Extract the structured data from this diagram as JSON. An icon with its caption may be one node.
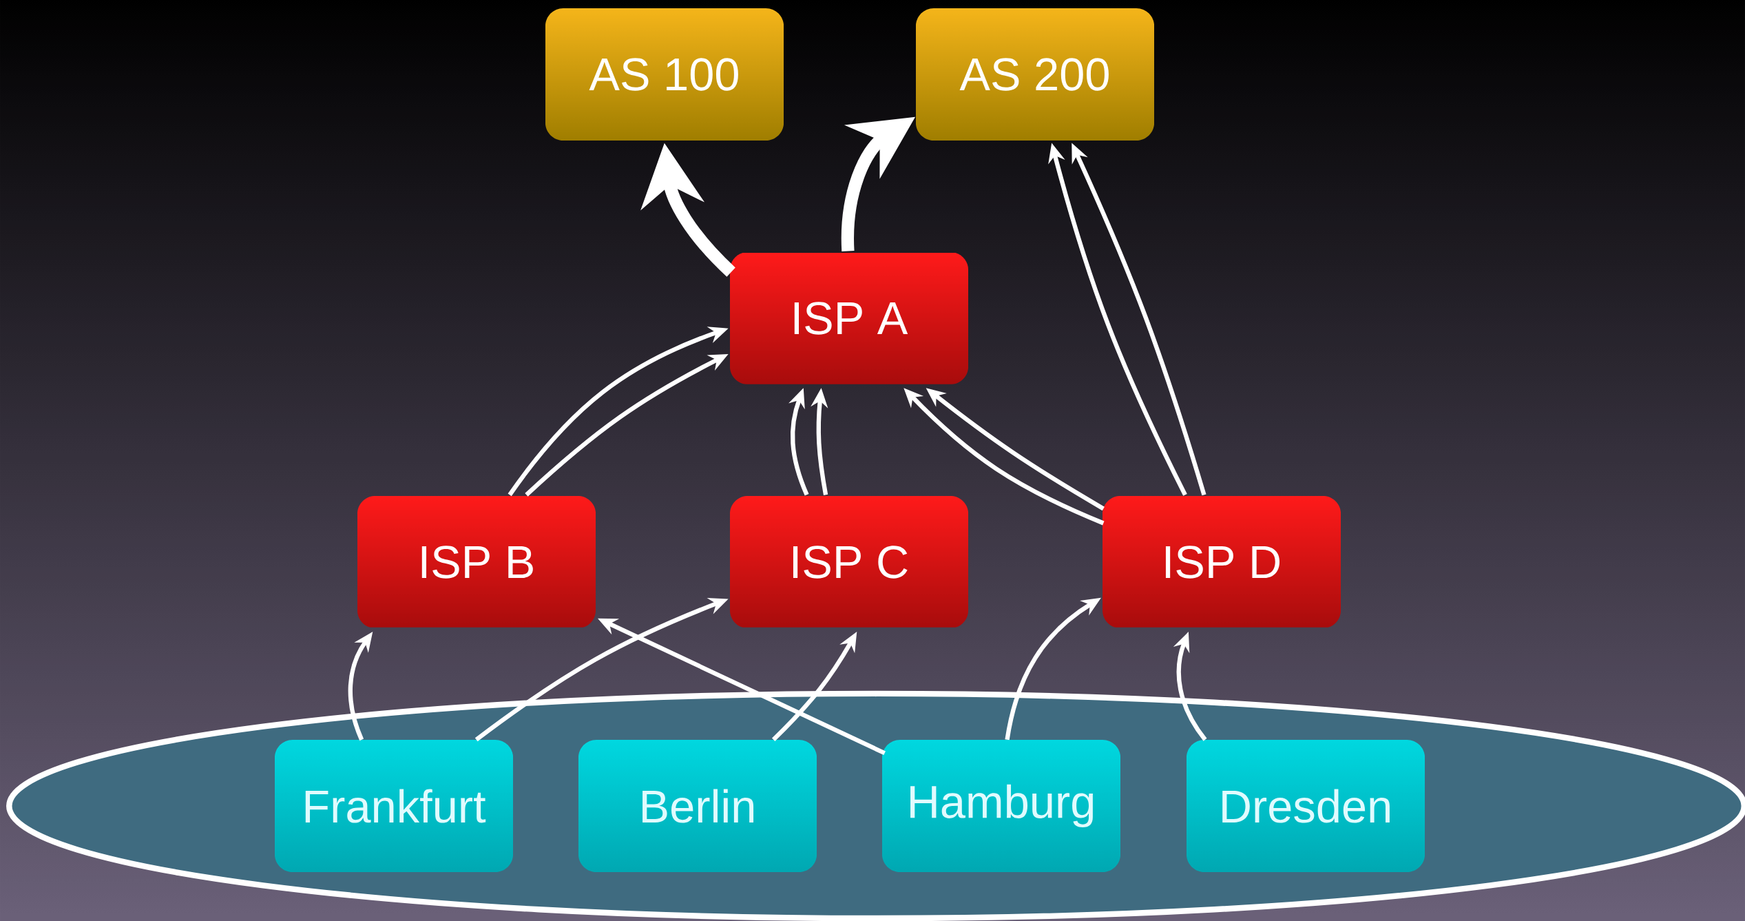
{
  "diagram": {
    "nodes": [
      {
        "text": [
          "AS 100"
        ]
      },
      {
        "text": [
          "AS 200"
        ]
      },
      {
        "text": [
          "ISP A"
        ]
      },
      {
        "text": [
          "ISP B"
        ]
      },
      {
        "text": [
          "ISP C"
        ]
      },
      {
        "text": [
          "ISP D"
        ]
      },
      {
        "text": [],
        "shape": "ellipse"
      },
      {
        "text": [
          "Frankfurt"
        ],
        "in": 6
      },
      {
        "text": [
          "Berlin"
        ],
        "in": 6
      },
      {
        "text": [
          "Hamburg"
        ],
        "in": 6
      },
      {
        "text": [
          "Dresden"
        ],
        "in": 6
      }
    ],
    "edges": [
      {
        "from": 2,
        "to": 0,
        "arrow": "to",
        "style": "thick"
      },
      {
        "from": 2,
        "to": 1,
        "arrow": "to",
        "style": "thick"
      },
      {
        "from": 5,
        "to": 1,
        "arrow": "to"
      },
      {
        "from": 5,
        "to": 1,
        "arrow": "to"
      },
      {
        "from": 3,
        "to": 2,
        "arrow": "to"
      },
      {
        "from": 3,
        "to": 2,
        "arrow": "to"
      },
      {
        "from": 4,
        "to": 2,
        "arrow": "to"
      },
      {
        "from": 4,
        "to": 2,
        "arrow": "to"
      },
      {
        "from": 5,
        "to": 2,
        "arrow": "to"
      },
      {
        "from": 5,
        "to": 2,
        "arrow": "to"
      },
      {
        "from": 7,
        "to": 3,
        "arrow": "to"
      },
      {
        "from": 7,
        "to": 4,
        "arrow": "to"
      },
      {
        "from": 8,
        "to": 4,
        "arrow": "to"
      },
      {
        "from": 9,
        "to": 3,
        "arrow": "to"
      },
      {
        "from": 9,
        "to": 5,
        "arrow": "to"
      },
      {
        "from": 10,
        "to": 5,
        "arrow": "to"
      }
    ]
  }
}
